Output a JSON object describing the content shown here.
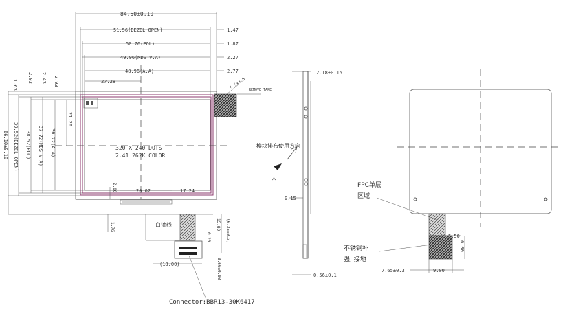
{
  "left_view": {
    "dims": {
      "overall_width": "84.50±0.10",
      "bezel_open": "51.56(BEZEL OPEN)",
      "pol": "50.76(POL)",
      "mds_va": "49.96(MDS V.A)",
      "aa": "48.96(A.A)",
      "offset_1": "1.47",
      "offset_2": "1.87",
      "offset_3": "2.27",
      "offset_4": "2.77",
      "center_h": "27.28",
      "center_v": "21.20",
      "top_1": "1.63",
      "top_2": "2.03",
      "top_3": "2.43",
      "top_4": "2.93",
      "height_bezel": "39.52(BEZEL OPEN)",
      "height_pol": "38.52(POL)",
      "height_mds": "37.72(MDS V.A)",
      "height_aa": "36.72(A.A)",
      "height_overall": "66.10±0.10",
      "fpc_offset": "20.02",
      "fpc_right": "17.24",
      "fpc_v": "2.00",
      "bottom_gap": "1.76",
      "fpc_len": "15.80",
      "fpc_len2": "(6.35±0.3)",
      "fpc_small": "0.20",
      "conn_w": "(18.00)",
      "conn_pitch": "0.60±0.03"
    },
    "screen_text_1": "320 X 240 DOTS",
    "screen_text_2": "2.41  262K COLOR",
    "tape_label": "REMOVE TAPE",
    "tape_dim": "5.5x4.5",
    "white_line_label": "白油线",
    "connector_label": "Connector:BBR13-30K6417"
  },
  "right_view": {
    "dims": {
      "thickness": "2.18±0.15",
      "gap": "0.15",
      "bottom_thick": "0.56±0.1",
      "fpc_w": "5.50",
      "stiff_h": "6.00",
      "stiff_left": "7.65±0.3",
      "stiff_w": "9.00"
    },
    "direction_label": "模块排布使用方向",
    "person_label": "人",
    "fpc_note_1": "FPC单层",
    "fpc_note_2": "区域",
    "steel_note_1": "不锈钢补",
    "steel_note_2": "强, 接地"
  }
}
